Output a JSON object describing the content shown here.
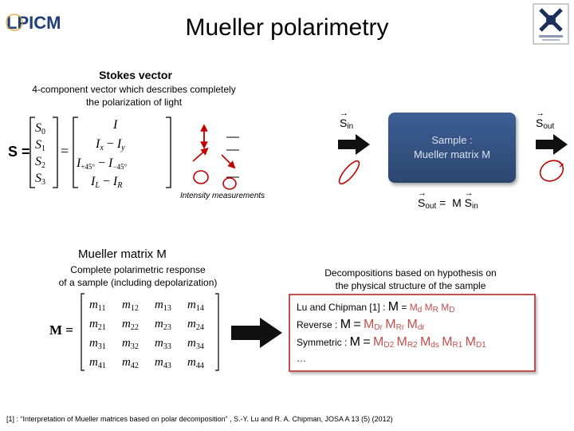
{
  "header": {
    "title": "Mueller polarimetry",
    "logo_left_text": "LPICM"
  },
  "stokes": {
    "title": "Stokes vector",
    "desc_line1": "4-component vector which describes completely",
    "desc_line2": "the polarization of light",
    "intensity_label": "Intensity measurements",
    "eq_symbol": "S",
    "components": [
      "S0",
      "S1",
      "S2",
      "S3"
    ],
    "values": [
      "I",
      "Ix − Iy",
      "I+45° − I−45°",
      "IL − IR"
    ]
  },
  "sample": {
    "s_in": "S in",
    "s_out": "S out",
    "box_line1": "Sample :",
    "box_line2": "Mueller matrix M",
    "relation": "Sout = M Sin"
  },
  "mueller": {
    "title": "Mueller matrix M",
    "desc_line1": "Complete polarimetric response",
    "desc_line2": "of a sample (including depolarization)",
    "matrix_symbol": "M =",
    "rows": [
      [
        "m11",
        "m12",
        "m13",
        "m14"
      ],
      [
        "m21",
        "m22",
        "m23",
        "m24"
      ],
      [
        "m31",
        "m32",
        "m33",
        "m34"
      ],
      [
        "m41",
        "m42",
        "m43",
        "m44"
      ]
    ]
  },
  "decompositions": {
    "desc_line1": "Decompositions based on hypothesis on",
    "desc_line2": "the physical structure of the sample",
    "lu_label": "Lu and Chipman  [1] : ",
    "reverse_label": "Reverse : ",
    "symmetric_label": "Symmetric : ",
    "ellipsis": "…"
  },
  "reference": {
    "text": "[1] : “Interpretation of Mueller matrices based on polar decomposition” , S.-Y. Lu and R. A. Chipman, JOSA A 13 (5) (2012)"
  },
  "colors": {
    "accent_red": "#c0504d",
    "sample_blue": "#34527f"
  }
}
